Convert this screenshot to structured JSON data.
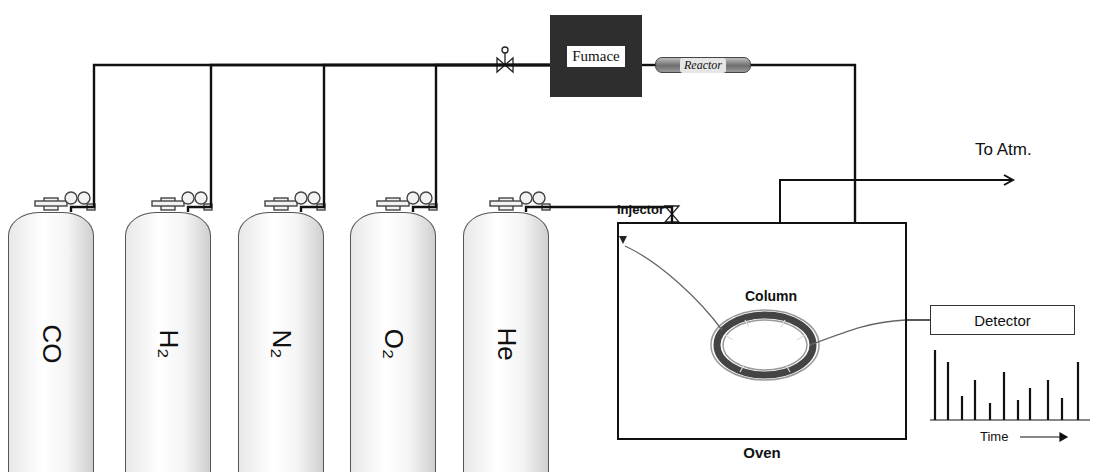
{
  "diagram": {
    "nodes": [
      {
        "text": [
          "CO"
        ]
      },
      {
        "text": [
          "H₂"
        ]
      },
      {
        "text": [
          "N₂"
        ]
      },
      {
        "text": [
          "O₂"
        ]
      },
      {
        "text": [
          "He"
        ]
      },
      {
        "text": [
          "Fumace"
        ]
      },
      {
        "text": [
          "Reactor"
        ]
      },
      {
        "text": [
          "Oven"
        ]
      },
      {
        "text": [
          "Detector"
        ]
      }
    ],
    "edges": [
      {
        "from": 0,
        "to": 5,
        "arrow": "none"
      },
      {
        "from": 1,
        "to": 5,
        "arrow": "none"
      },
      {
        "from": 2,
        "to": 5,
        "arrow": "none"
      },
      {
        "from": 3,
        "to": 5,
        "arrow": "none"
      },
      {
        "from": 5,
        "to": 6,
        "arrow": "none"
      },
      {
        "from": 6,
        "to": 7,
        "arrow": "none"
      },
      {
        "from": 4,
        "to": 7,
        "arrow": "none"
      },
      {
        "from": 7,
        "to": 8,
        "arrow": "none"
      }
    ],
    "labels": [
      "To Atm.",
      "Injector",
      "Column",
      "Time"
    ]
  }
}
